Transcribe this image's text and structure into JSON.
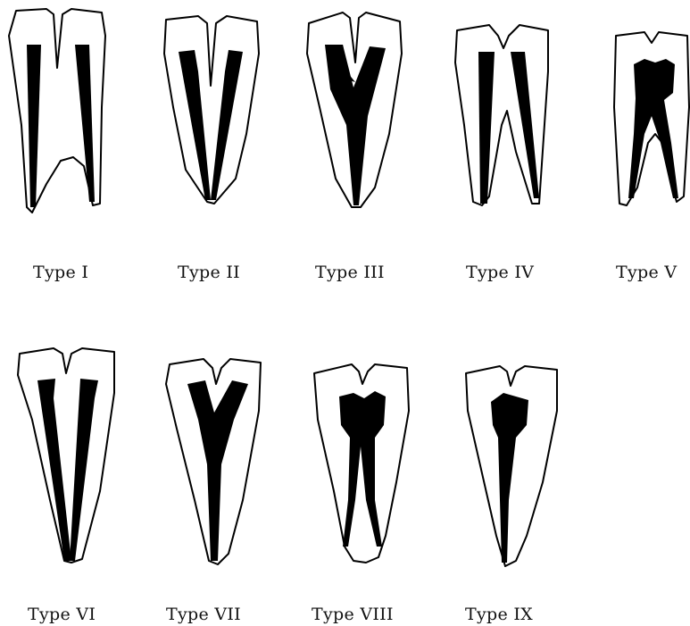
{
  "figure": {
    "row1": {
      "labels": [
        "Type I",
        "Type II",
        "Type III",
        "Type IV",
        "Type V"
      ]
    },
    "row2": {
      "labels": [
        "Type VI",
        "Type VII",
        "Type VIII",
        "Type IX"
      ]
    }
  },
  "colors": {
    "background": "#ffffff",
    "ink": "#000000"
  }
}
